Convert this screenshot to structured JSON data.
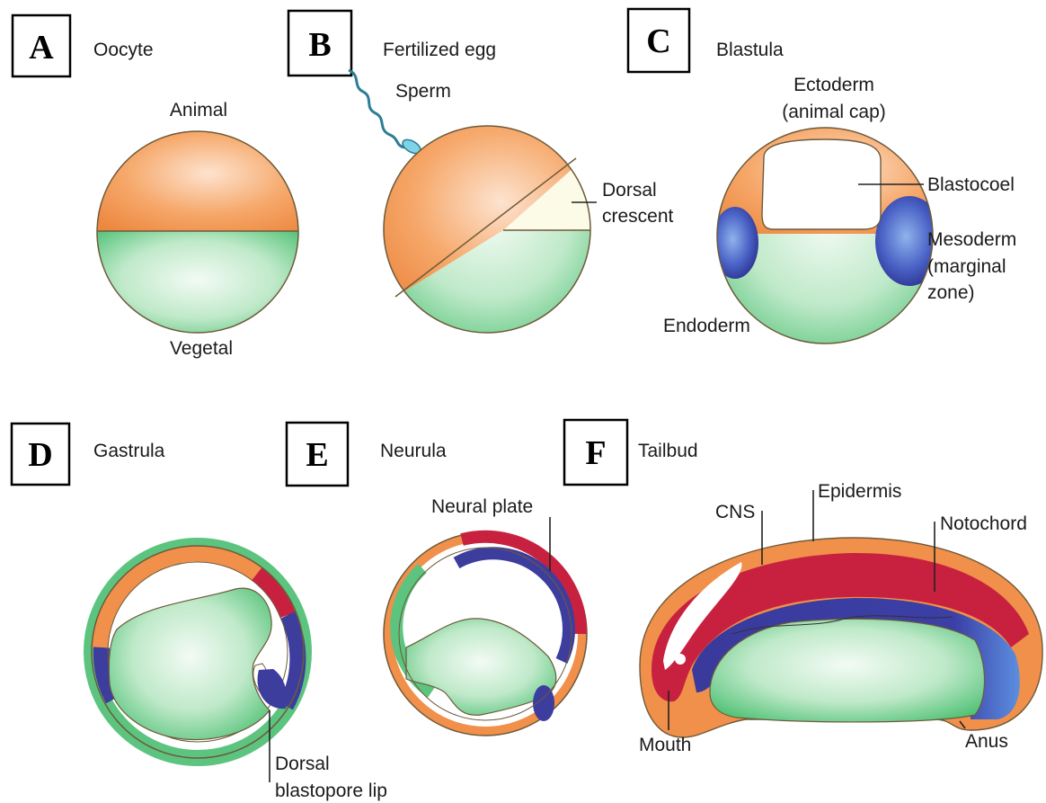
{
  "colors": {
    "ectoderm_orange": "#f0904a",
    "endoderm_green": "#4fbf72",
    "mesoderm_blue": "#3d3d9e",
    "cns_red": "#c8213f",
    "crescent_cream": "#fbfbe8",
    "sperm_teal": "#2c7d95"
  },
  "panels": [
    {
      "letter": "A",
      "title": "Oocyte",
      "labels": [
        "Animal",
        "Vegetal"
      ]
    },
    {
      "letter": "B",
      "title": "Fertilized egg",
      "labels": [
        "Sperm",
        "Dorsal",
        "crescent"
      ]
    },
    {
      "letter": "C",
      "title": "Blastula",
      "labels": [
        "Ectoderm",
        "(animal cap)",
        "Blastocoel",
        "Mesoderm",
        "(marginal",
        "zone)",
        "Endoderm"
      ]
    },
    {
      "letter": "D",
      "title": "Gastrula",
      "labels": [
        "Dorsal",
        "blastopore lip"
      ]
    },
    {
      "letter": "E",
      "title": "Neurula",
      "labels": [
        "Neural plate"
      ]
    },
    {
      "letter": "F",
      "title": "Tailbud",
      "labels": [
        "CNS",
        "Epidermis",
        "Notochord",
        "Mouth",
        "Anus"
      ]
    }
  ]
}
